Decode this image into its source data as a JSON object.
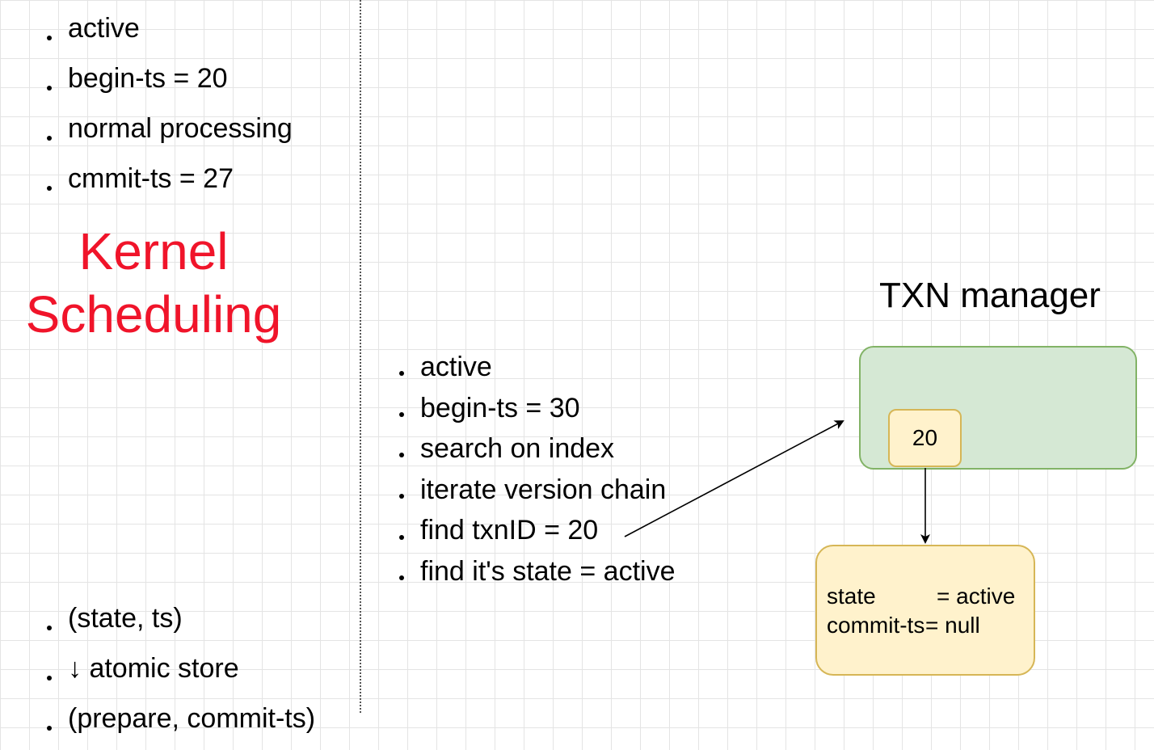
{
  "left_top_list": {
    "items": [
      "active",
      "begin-ts = 20",
      "normal processing",
      "cmmit-ts = 27"
    ]
  },
  "kernel_label": {
    "line1": "Kernel",
    "line2": "Scheduling"
  },
  "left_bottom_list": {
    "items": [
      "(state, ts)",
      "↓  atomic store",
      "(prepare, commit-ts)"
    ]
  },
  "middle_list": {
    "items": [
      "active",
      "begin-ts = 30",
      "search on index",
      "iterate version chain",
      "find txnID = 20",
      "find it's state = active"
    ]
  },
  "txn_manager": {
    "title": "TXN manager",
    "txn_id": "20"
  },
  "state_box": {
    "state_key": "state",
    "state_value": "= active",
    "commit_key": "commit-ts",
    "commit_value": "= null"
  },
  "colors": {
    "kernel_text": "#f0142a",
    "manager_fill": "#d5e8d4",
    "manager_border": "#82b366",
    "note_fill": "#fff2cc",
    "note_border": "#d6b656"
  }
}
